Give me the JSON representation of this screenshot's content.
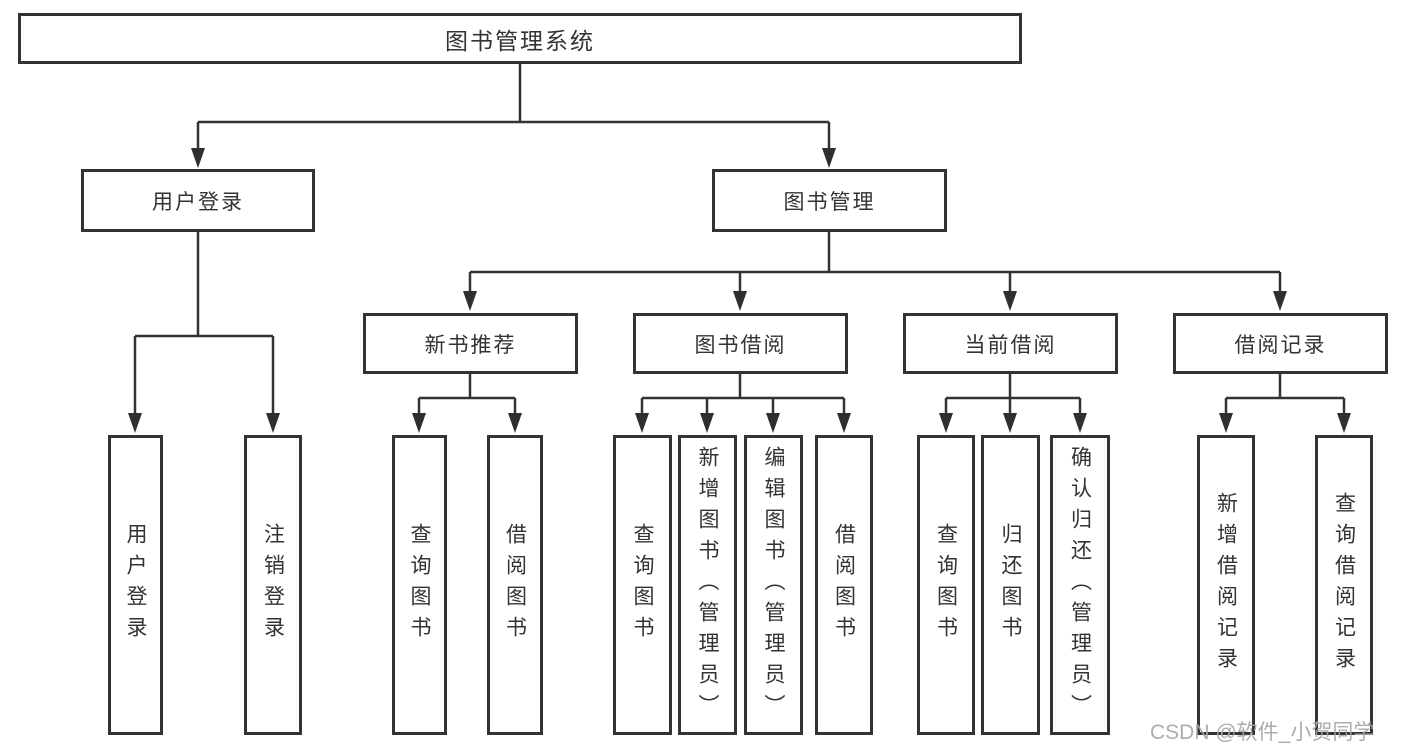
{
  "diagram": {
    "root": "图书管理系统",
    "level2": {
      "user_login": "用户登录",
      "book_management": "图书管理"
    },
    "level3": {
      "new_book_recommend": "新书推荐",
      "book_borrow": "图书借阅",
      "current_borrow": "当前借阅",
      "borrow_records": "借阅记录"
    },
    "leaves": {
      "user_login_login": "用户登录",
      "user_login_logout": "注销登录",
      "new_books_query": "查询图书",
      "new_books_borrow": "借阅图书",
      "borrow_query": "查询图书",
      "borrow_add": "新增图书（管理员）",
      "borrow_edit": "编辑图书（管理员）",
      "borrow_borrow": "借阅图书",
      "current_query": "查询图书",
      "current_return": "归还图书",
      "current_confirm": "确认归还（管理员）",
      "records_add": "新增借阅记录",
      "records_query": "查询借阅记录"
    },
    "watermark": "CSDN @软件_小贺同学",
    "colors": {
      "line": "#333333",
      "text": "#333333",
      "box_fill": "#ffffff",
      "watermark": "#a5a5a5",
      "background": "#ffffff"
    }
  }
}
